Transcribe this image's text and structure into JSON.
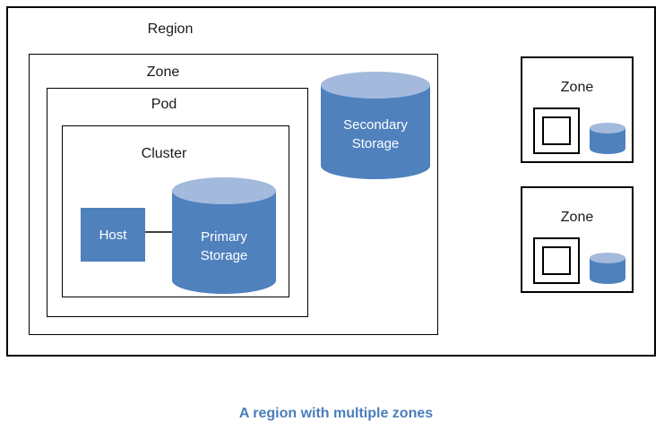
{
  "diagram": {
    "region_label": "Region",
    "zone_label": "Zone",
    "pod_label": "Pod",
    "cluster_label": "Cluster",
    "host_label": "Host",
    "primary_storage_label": "Primary\nStorage",
    "secondary_storage_label": "Secondary\nStorage",
    "zones_right": [
      {
        "label": "Zone"
      },
      {
        "label": "Zone"
      }
    ]
  },
  "caption": "A region with multiple zones",
  "colors": {
    "shape_blue": "#4f81bd",
    "cylinder_top_blue": "#a3badd",
    "caption_blue": "#4a7ebc",
    "connector_gray": "#404040",
    "text_dark": "#1a1a1a",
    "border_black": "#000000"
  }
}
